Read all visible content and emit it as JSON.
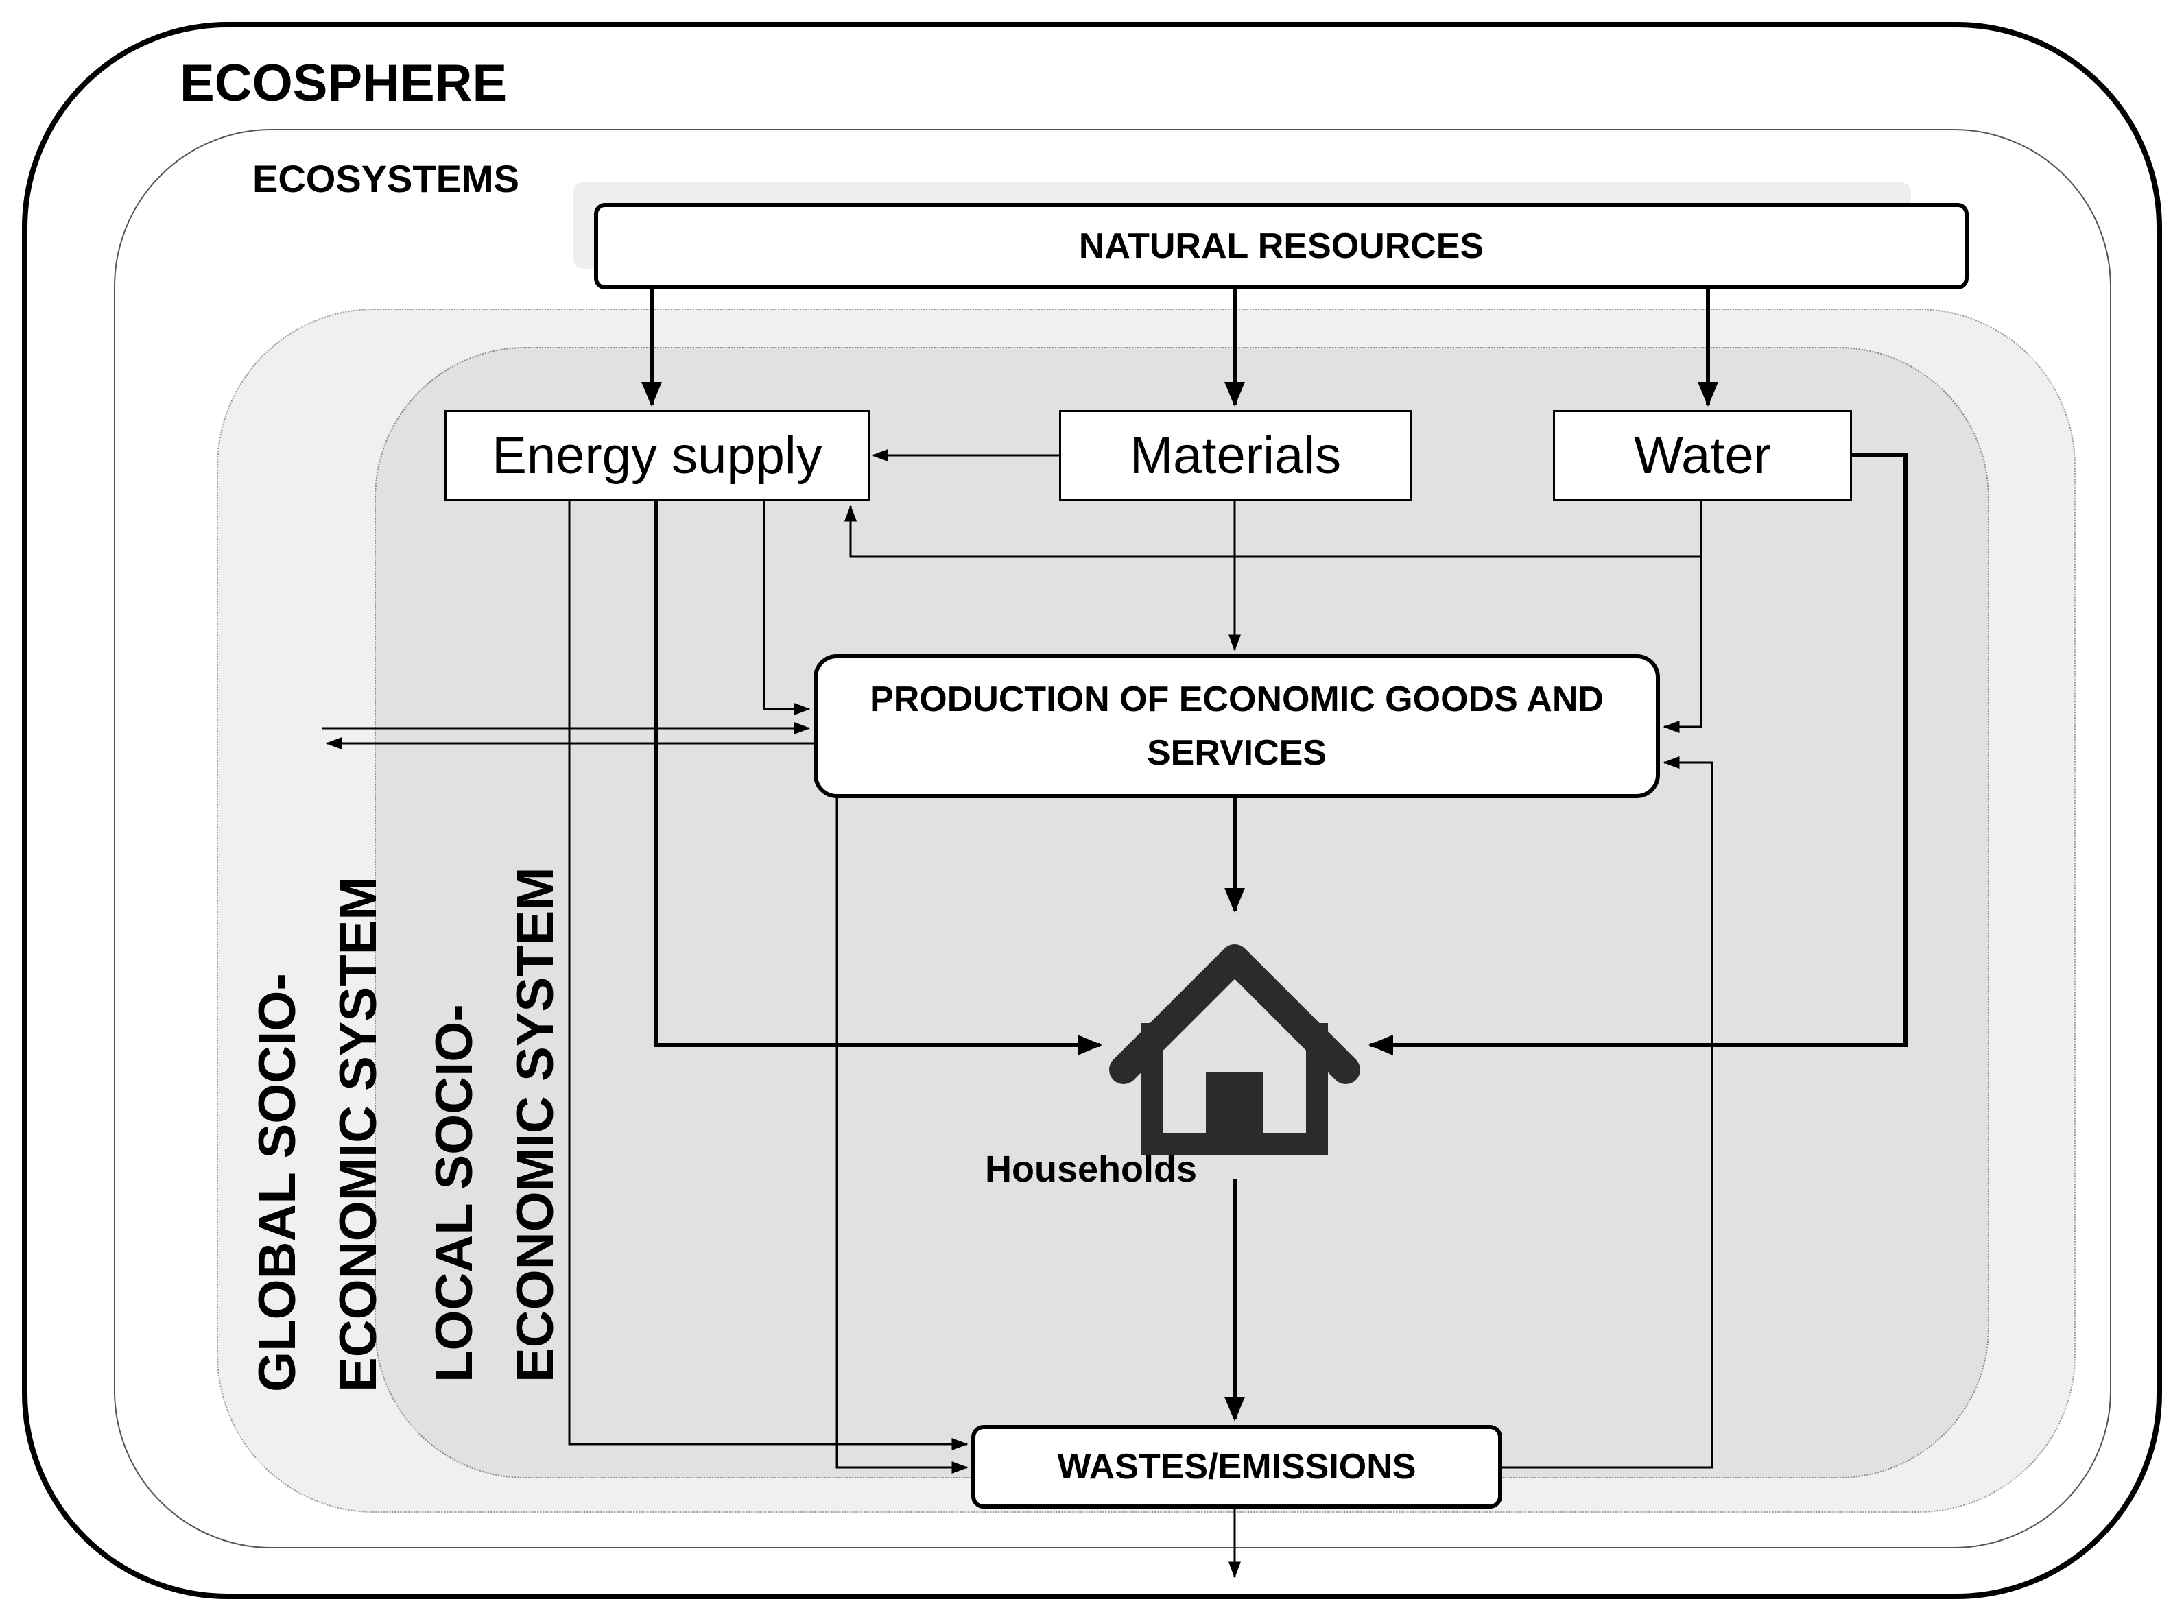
{
  "labels": {
    "ecosphere": "ECOSPHERE",
    "ecosystems": "ECOSYSTEMS",
    "global_line1": "GLOBAL SOCIO-",
    "global_line2": "ECONOMIC SYSTEM",
    "local_line1": "LOCAL SOCIO-",
    "local_line2": "ECONOMIC SYSTEM"
  },
  "nodes": {
    "natural_resources": "NATURAL RESOURCES",
    "energy_supply": "Energy supply",
    "materials": "Materials",
    "water": "Water",
    "production": "PRODUCTION OF ECONOMIC GOODS AND SERVICES",
    "households": "Households",
    "wastes": "WASTES/EMISSIONS"
  },
  "icons": {
    "households": "house-icon"
  },
  "colors": {
    "global_system": "#f0f0f0",
    "local_system": "#e1e1e1",
    "house": "#2b2b2b"
  }
}
